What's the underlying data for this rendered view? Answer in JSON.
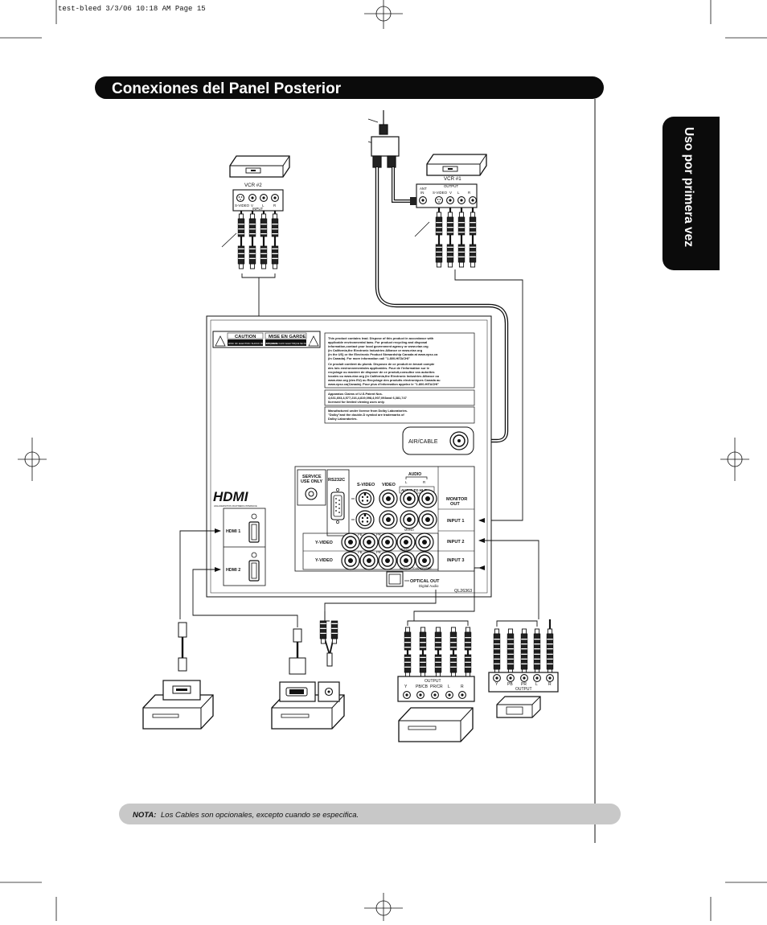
{
  "print_slug": "test-bleed  3/3/06  10:18 AM  Page 15",
  "header": {
    "title": "Conexiones del Panel Posterior"
  },
  "side_tab": {
    "label": "Uso por primera vez"
  },
  "vcr2": {
    "name": "VCR #2",
    "jack_labels": {
      "svideo": "S-VIDEO",
      "v": "V",
      "l": "L",
      "r": "R"
    },
    "panel_title": "INPUT"
  },
  "vcr1": {
    "name": "VCR #1",
    "panel_title": "OUTPUT",
    "ant_label": "ANT",
    "ant_in": "IN",
    "jack_labels": {
      "svideo": "S-VIDEO",
      "v": "V",
      "l": "L",
      "r": "R"
    }
  },
  "tv_panel": {
    "caution": {
      "en": "CAUTION",
      "fr": "MISE EN GARDE",
      "en_note": "RISK OF ELECTRIC SHOCK DO NOT OPEN",
      "fr_note": "RISQUE DE CHOC ELECTRIQUE NE PAS OUVRIR"
    },
    "lead_en": [
      "This product contains lead. Dispose of this product in accordance with",
      "applicable environmental laws. For product recycling and disposal",
      "information,contact your local government agency or www.eiae.org",
      "(in California,the Electronic Industries Alliance or www.eiae.org",
      "(in the US) or the Electronic Product Stewardship Canada at www.epsc.ca",
      "(in Canada). For more information call \"1-800-HITACHI\""
    ],
    "lead_fr": [
      "Ce produit contient du plomb. Disposez de ce produit en tenant compte",
      "des lois environnementales applicables. Pour de l'information sur le",
      "recyclage ou maniere de disposer de ce produit,consultez vos autorites",
      "locales ou www.eiae.org (in California,the Electronic Industries Alliance ou",
      "www.eiae.org (des EU) ou Recyclage des produits electroniques Canada au",
      "www.epsc.ca(Canada). Pour plus d'information appelez le \"1-800-HITACHI\""
    ],
    "patent": [
      "Apparatus Claims of U.S.Patent Nos.",
      "4,631,603,4,577,216,4,819,098,4,907,093and 6,381,747",
      "licensed for limited viewing uses only."
    ],
    "dolby": [
      "Manufactured under license from Dolby Laboratories.",
      "\"Dolby\"and the double-D symbol are trademarks of",
      "Dolby Laboratories."
    ],
    "air_cable": "AIR/CABLE",
    "service": [
      "SERVICE",
      "USE  ONLY"
    ],
    "rs232c": "RS232C",
    "hdmi_logo": "HDMI",
    "hdmi_tagline": "HIGH-DEFINITION MULTIMEDIA INTERFACE",
    "hdmi1": "HDMI  1",
    "hdmi2": "HDMI  2",
    "svideo": "S-VIDEO",
    "video": "VIDEO",
    "audio": "AUDIO",
    "audio_to_hifi": "AUDIO  TO  HI-FI",
    "jack_l": "L",
    "jack_r": "R",
    "mono": "MONO",
    "pb": "PB",
    "pr": "PR",
    "yvideo": "Y-VIDEO",
    "monitor_out": [
      "MONITOR",
      "OUT"
    ],
    "input1": "INPUT  1",
    "input2": "INPUT  2",
    "input3": "INPUT  3",
    "center": "TO AV CENTER",
    "optical": "OPTICAL  OUT",
    "digital_audio": "Digital Audio",
    "model": "QL26363"
  },
  "component_device": {
    "title": "OUTPUT",
    "labels": [
      "Y",
      "PB/CB",
      "PR/CR",
      "L",
      "R"
    ]
  },
  "camcorder_panel": {
    "title": "OUTPUT",
    "labels": [
      "Y",
      "PB",
      "PR",
      "L",
      "R"
    ]
  },
  "note": {
    "lead": "NOTA:",
    "text": "Los Cables son opcionales, excepto cuando se  especifica."
  }
}
